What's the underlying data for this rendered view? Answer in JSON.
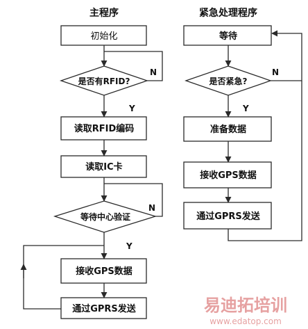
{
  "main": {
    "title": "主程序",
    "init": "初始化",
    "has_rfid": "是否有RFID?",
    "read_rfid": "读取RFID编码",
    "read_ic": "读取IC卡",
    "wait_center": "等待中心验证",
    "recv_gps": "接收GPS数据",
    "send_gprs": "通过GPRS发送",
    "yes1": "Y",
    "no1": "N",
    "yes2": "Y",
    "no2": "N"
  },
  "emergency": {
    "title": "紧急处理程序",
    "wait": "等待",
    "is_urgent": "是否紧急?",
    "prepare": "准备数据",
    "recv_gps": "接收GPS数据",
    "send_gprs": "通过GPRS发送",
    "yes": "Y",
    "no": "N"
  },
  "watermark": {
    "brand": "易迪拓培训",
    "url": "www.edatop.com"
  },
  "colors": {
    "stroke": "#2a2a2a",
    "text": "#111111",
    "watermark": "#e08a8a"
  }
}
